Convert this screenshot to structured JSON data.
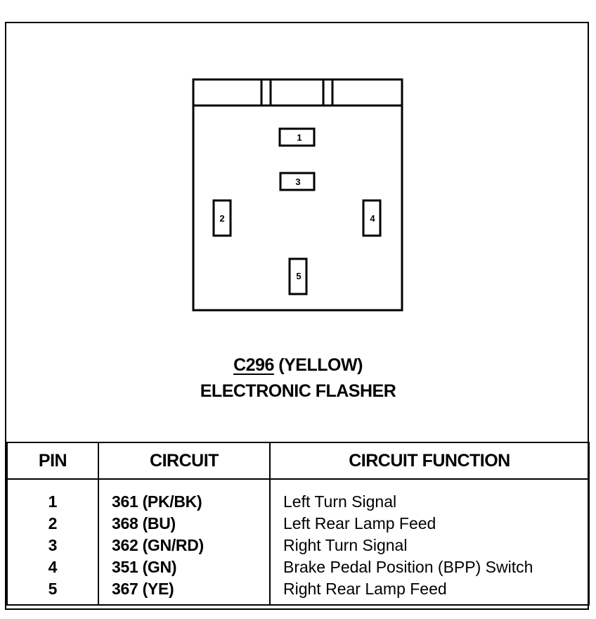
{
  "connector": {
    "id": "C296",
    "color_label": " (YELLOW)",
    "description": "ELECTRONIC FLASHER",
    "cavities": [
      "1",
      "3",
      "2",
      "4",
      "5"
    ]
  },
  "table": {
    "headers": {
      "pin": "PIN",
      "circuit": "CIRCUIT",
      "function": "CIRCUIT FUNCTION"
    },
    "rows": [
      {
        "pin": "1",
        "circuit": "361 (PK/BK)",
        "function": "Left Turn Signal"
      },
      {
        "pin": "2",
        "circuit": "368 (BU)",
        "function": "Left Rear Lamp Feed"
      },
      {
        "pin": "3",
        "circuit": "362 (GN/RD)",
        "function": "Right Turn Signal"
      },
      {
        "pin": "4",
        "circuit": "351 (GN)",
        "function": "Brake Pedal Position (BPP) Switch"
      },
      {
        "pin": "5",
        "circuit": "367 (YE)",
        "function": "Right Rear Lamp Feed"
      }
    ]
  }
}
